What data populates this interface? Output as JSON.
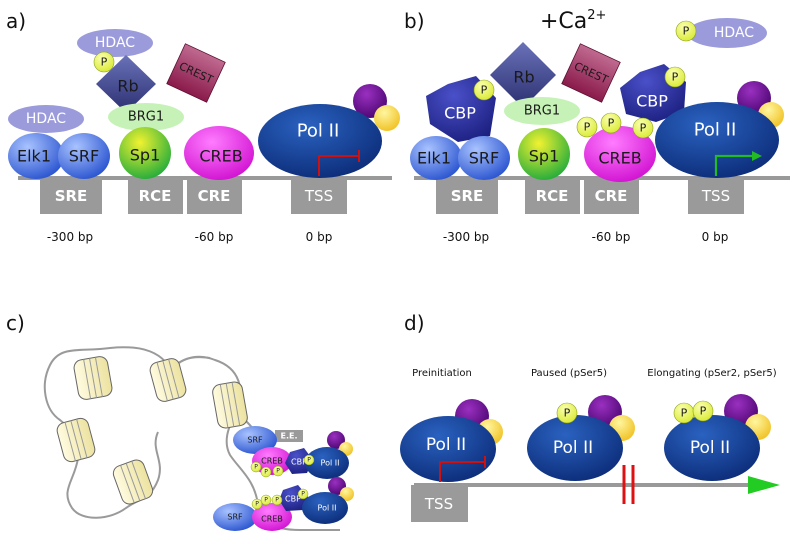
{
  "panels": {
    "a": "a)",
    "b": "b)",
    "c": "c)",
    "d": "d)"
  },
  "calcium_label": "+Ca",
  "calcium_sup": "2+",
  "labels": {
    "hdac": "HDAC",
    "rb": "Rb",
    "p": "P",
    "crest": "CREST",
    "brg1": "BRG1",
    "elk1": "Elk1",
    "srf": "SRF",
    "sp1": "Sp1",
    "creb": "CREB",
    "polii": "Pol II",
    "cbp": "CBP",
    "ee": "E.E."
  },
  "elements": {
    "sre": "SRE",
    "rce": "RCE",
    "cre": "CRE",
    "tss": "TSS"
  },
  "positions": {
    "sre": "-300 bp",
    "cre": "-60 bp",
    "tss": "0 bp"
  },
  "stages": {
    "preinitiation": "Preinitiation",
    "paused": "Paused (pSer5)",
    "elongating": "Elongating (pSer2, pSer5)"
  },
  "colors": {
    "hdac": "#9b9bdc",
    "rb": "#3a3f8a",
    "crest": "#a0285e",
    "brg1": "#c6f2b8",
    "elk_srf": "#4a74e0",
    "sp1": "#3bb84a",
    "creb": "#e020e0",
    "polii": "#143f8c",
    "cbp": "#2a32a0",
    "phospho": "#e8f55a",
    "element": "#9a9a9a",
    "purple": "#5a0a80",
    "yellow": "#f4d040",
    "dna": "#999999",
    "nucleosome": "#fbf6c8",
    "tss_arrow_red": "#cc1111",
    "tss_arrow_green": "#22bb22",
    "pause": "#dd1111"
  }
}
